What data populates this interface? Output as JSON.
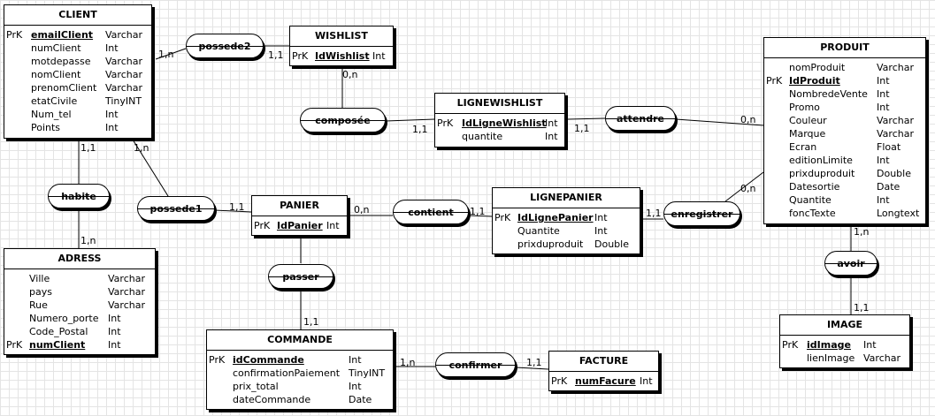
{
  "entities": {
    "client": {
      "title": "CLIENT",
      "attrs": [
        {
          "key": "PrK",
          "name": "emailClient",
          "type": "Varchar"
        },
        {
          "key": "",
          "name": "numClient",
          "type": "Int"
        },
        {
          "key": "",
          "name": "motdepasse",
          "type": "Varchar"
        },
        {
          "key": "",
          "name": "nomClient",
          "type": "Varchar"
        },
        {
          "key": "",
          "name": "prenomClient",
          "type": "Varchar"
        },
        {
          "key": "",
          "name": "etatCivile",
          "type": "TinyINT"
        },
        {
          "key": "",
          "name": "Num_tel",
          "type": "Int"
        },
        {
          "key": "",
          "name": "Points",
          "type": "Int"
        }
      ]
    },
    "wishlist": {
      "title": "WISHLIST",
      "attrs": [
        {
          "key": "PrK",
          "name": "IdWishlist",
          "type": "Int"
        }
      ]
    },
    "lignewishlist": {
      "title": "LIGNEWISHLIST",
      "attrs": [
        {
          "key": "PrK",
          "name": "IdLigneWishlist",
          "type": "Int"
        },
        {
          "key": "",
          "name": "quantite",
          "type": "Int"
        }
      ]
    },
    "produit": {
      "title": "PRODUIT",
      "attrs": [
        {
          "key": "",
          "name": "nomProduit",
          "type": "Varchar"
        },
        {
          "key": "PrK",
          "name": "IdProduit",
          "type": "Int"
        },
        {
          "key": "",
          "name": "NombredeVente",
          "type": "Int"
        },
        {
          "key": "",
          "name": "Promo",
          "type": "Int"
        },
        {
          "key": "",
          "name": "Couleur",
          "type": "Varchar"
        },
        {
          "key": "",
          "name": "Marque",
          "type": "Varchar"
        },
        {
          "key": "",
          "name": "Ecran",
          "type": "Float"
        },
        {
          "key": "",
          "name": "editionLimite",
          "type": "Int"
        },
        {
          "key": "",
          "name": "prixduproduit",
          "type": "Double"
        },
        {
          "key": "",
          "name": "Datesortie",
          "type": "Date"
        },
        {
          "key": "",
          "name": "Quantite",
          "type": "Int"
        },
        {
          "key": "",
          "name": "foncTexte",
          "type": "Longtext"
        }
      ]
    },
    "panier": {
      "title": "PANIER",
      "attrs": [
        {
          "key": "PrK",
          "name": "IdPanier",
          "type": "Int"
        }
      ]
    },
    "lignepanier": {
      "title": "LIGNEPANIER",
      "attrs": [
        {
          "key": "PrK",
          "name": "IdLignePanier",
          "type": "Int"
        },
        {
          "key": "",
          "name": "Quantite",
          "type": "Int"
        },
        {
          "key": "",
          "name": "prixduproduit",
          "type": "Double"
        }
      ]
    },
    "adress": {
      "title": "ADRESS",
      "attrs": [
        {
          "key": "",
          "name": "Ville",
          "type": "Varchar"
        },
        {
          "key": "",
          "name": "pays",
          "type": "Varchar"
        },
        {
          "key": "",
          "name": "Rue",
          "type": "Varchar"
        },
        {
          "key": "",
          "name": "Numero_porte",
          "type": "Int"
        },
        {
          "key": "",
          "name": "Code_Postal",
          "type": "Int"
        },
        {
          "key": "PrK",
          "name": "numClient",
          "type": "Int"
        }
      ]
    },
    "commande": {
      "title": "COMMANDE",
      "attrs": [
        {
          "key": "PrK",
          "name": "idCommande",
          "type": "Int"
        },
        {
          "key": "",
          "name": "confirmationPaiement",
          "type": "TinyINT"
        },
        {
          "key": "",
          "name": "prix_total",
          "type": "Int"
        },
        {
          "key": "",
          "name": "dateCommande",
          "type": "Date"
        }
      ]
    },
    "facture": {
      "title": "FACTURE",
      "attrs": [
        {
          "key": "PrK",
          "name": "numFacure",
          "type": "Int"
        }
      ]
    },
    "image": {
      "title": "IMAGE",
      "attrs": [
        {
          "key": "PrK",
          "name": "idImage",
          "type": "Int"
        },
        {
          "key": "",
          "name": "lienImage",
          "type": "Varchar"
        }
      ]
    }
  },
  "relations": {
    "possede2": "possede2",
    "composee": "composée",
    "attendre": "attendre",
    "habite": "habite",
    "possede1": "possede1",
    "contient": "contient",
    "enregistrer": "enregistrer",
    "avoir": "avoir",
    "passer": "passer",
    "confirmer": "confirmer"
  },
  "cardinalities": {
    "client_possede2": "1,n",
    "wishlist_possede2": "1,1",
    "wishlist_composee": "0,n",
    "lignewishlist_composee": "1,1",
    "lignewishlist_attendre": "1,1",
    "produit_attendre": "0,n",
    "client_habite": "1,1",
    "adress_habite": "1,n",
    "client_possede1": "1,n",
    "panier_possede1": "1,1",
    "panier_contient": "0,n",
    "lignepanier_contient": "1,1",
    "lignepanier_enregistrer": "1,1",
    "produit_enregistrer": "0,n",
    "produit_avoir": "1,n",
    "image_avoir": "1,1",
    "commande_passer": "1,1",
    "commande_confirmer": "1,n",
    "facture_confirmer": "1,1"
  }
}
